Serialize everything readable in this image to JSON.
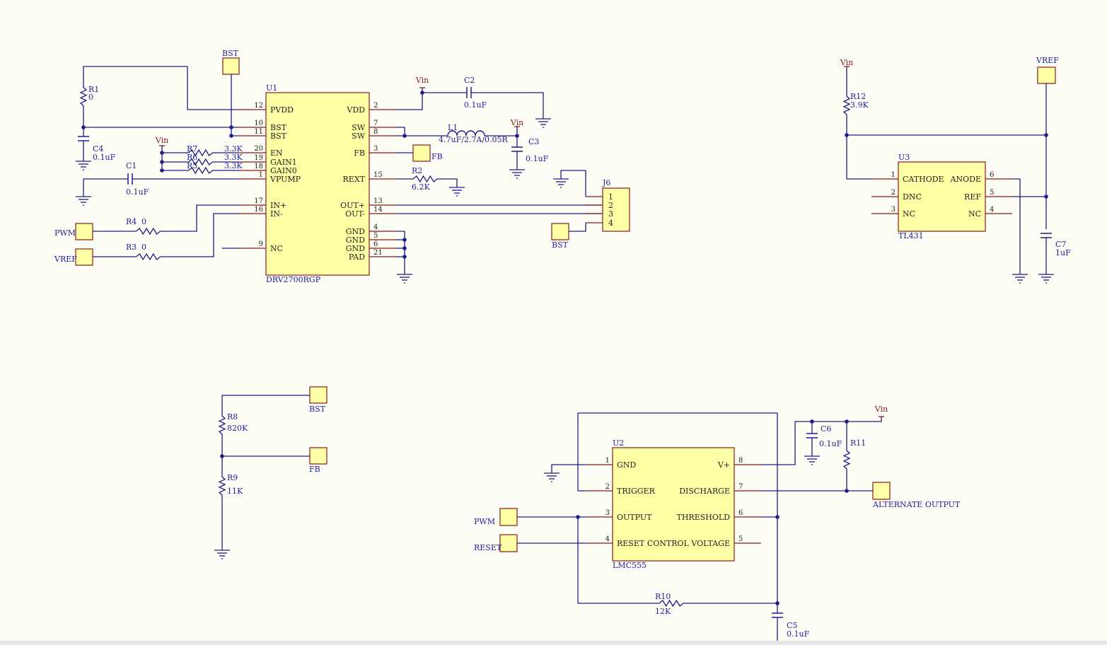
{
  "colors": {
    "wire": "#1c1c8c",
    "body_fill": "#ffffa6",
    "body_stroke": "#8b1a1a",
    "pin": "#8b1a1a",
    "net_ref": "#8b1a1a",
    "label": "#1e1e9e",
    "background": "#fdfdf5"
  },
  "chips": {
    "U1": {
      "ref": "U1",
      "part": "DRV2700RGP",
      "left_pins": [
        [
          "12",
          "PVDD"
        ],
        [
          "10",
          "BST"
        ],
        [
          "11",
          "BST"
        ],
        [
          "20",
          "EN"
        ],
        [
          "19",
          "GAIN1"
        ],
        [
          "18",
          "GAIN0"
        ],
        [
          "1",
          "VPUMP"
        ],
        [
          "17",
          "IN+"
        ],
        [
          "16",
          "IN-"
        ],
        [
          "9",
          "NC"
        ]
      ],
      "right_pins": [
        [
          "2",
          "VDD"
        ],
        [
          "7",
          "SW"
        ],
        [
          "8",
          "SW"
        ],
        [
          "3",
          "FB"
        ],
        [
          "15",
          "REXT"
        ],
        [
          "13",
          "OUT+"
        ],
        [
          "14",
          "OUT-"
        ],
        [
          "4",
          "GND"
        ],
        [
          "5",
          "GND"
        ],
        [
          "6",
          "GND"
        ],
        [
          "21",
          "PAD"
        ]
      ]
    },
    "U2": {
      "ref": "U2",
      "part": "LMC555",
      "left_pins": [
        [
          "1",
          "GND"
        ],
        [
          "2",
          "TRIGGER"
        ],
        [
          "3",
          "OUTPUT"
        ],
        [
          "4",
          "RESET"
        ]
      ],
      "right_pins": [
        [
          "8",
          "V+"
        ],
        [
          "7",
          "DISCHARGE"
        ],
        [
          "6",
          "THRESHOLD"
        ],
        [
          "5",
          "CONTROL VOLTAGE"
        ]
      ]
    },
    "U3": {
      "ref": "U3",
      "part": "TL431",
      "left_pins": [
        [
          "1",
          "CATHODE"
        ],
        [
          "2",
          "DNC"
        ],
        [
          "3",
          "NC"
        ]
      ],
      "right_pins": [
        [
          "6",
          "ANODE"
        ],
        [
          "5",
          "REF"
        ],
        [
          "4",
          "NC"
        ]
      ]
    },
    "J6": {
      "ref": "J6",
      "pins": [
        "1",
        "2",
        "3",
        "4"
      ]
    }
  },
  "parts": {
    "R1": {
      "ref": "R1",
      "value": "0"
    },
    "C4": {
      "ref": "C4",
      "value": "0.1uF"
    },
    "C1": {
      "ref": "C1",
      "value": "0.1uF"
    },
    "R4": {
      "ref": "R4",
      "value": "0"
    },
    "R3": {
      "ref": "R3",
      "value": "0"
    },
    "R7": {
      "ref": "R7",
      "value": "3.3K"
    },
    "R6": {
      "ref": "R6",
      "value": "3.3K"
    },
    "R5": {
      "ref": "R5",
      "value": "3.3K"
    },
    "C2": {
      "ref": "C2",
      "value": "0.1uF"
    },
    "L1": {
      "ref": "L1",
      "value": "4.7uF/2.7A/0.05R"
    },
    "C3": {
      "ref": "C3",
      "value": "0.1uF"
    },
    "R2": {
      "ref": "R2",
      "value": "6.2K"
    },
    "R12": {
      "ref": "R12",
      "value": "3.9K"
    },
    "C7": {
      "ref": "C7",
      "value": "1uF"
    },
    "R8": {
      "ref": "R8",
      "value": "820K"
    },
    "R9": {
      "ref": "R9",
      "value": "11K"
    },
    "C6": {
      "ref": "C6",
      "value": "0.1uF"
    },
    "R11": {
      "ref": "R11",
      "value": ""
    },
    "R10": {
      "ref": "R10",
      "value": "12K"
    },
    "C5": {
      "ref": "C5",
      "value": "0.1uF"
    }
  },
  "nets": {
    "vin": "Vin",
    "bst": "BST",
    "pwm": "PWM",
    "vref": "VREF",
    "fb": "FB",
    "reset": "RESET",
    "alt_out": "ALTERNATE OUTPUT"
  }
}
